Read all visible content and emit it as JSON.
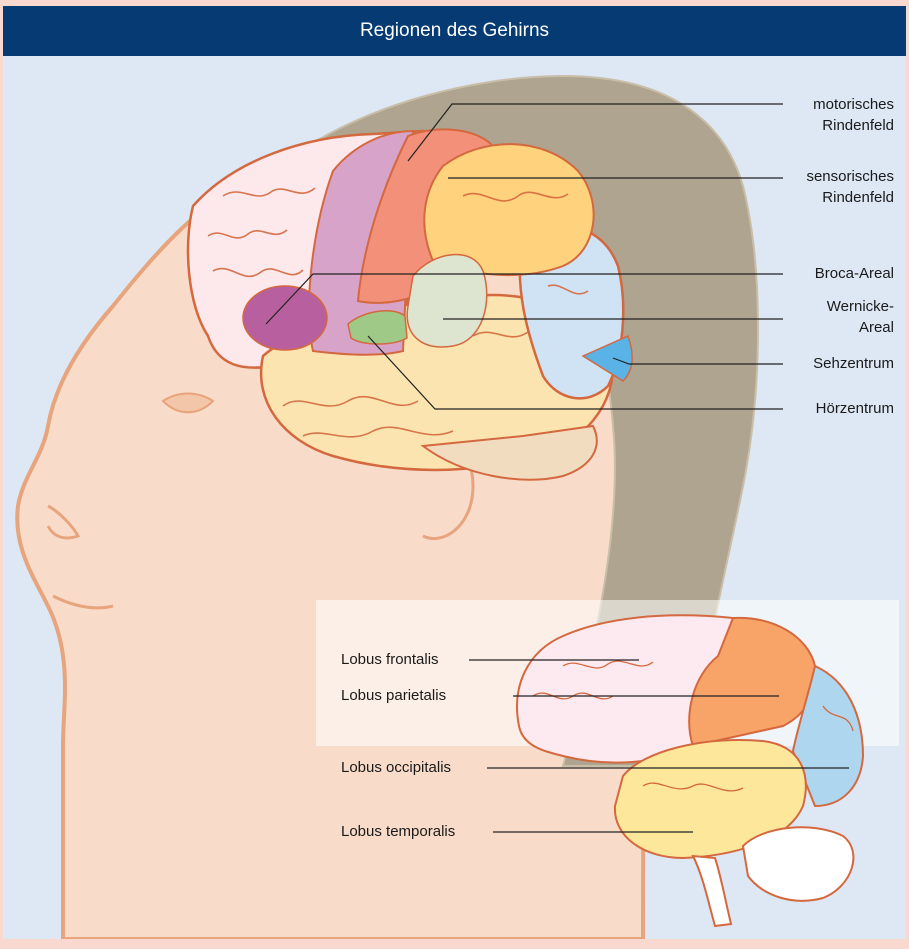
{
  "title": "Regionen des Gehirns",
  "labels": {
    "motor": [
      "motorisches",
      "Rindenfeld"
    ],
    "sensory": [
      "sensorisches",
      "Rindenfeld"
    ],
    "broca": "Broca-Areal",
    "wernicke": [
      "Wernicke-",
      "Areal"
    ],
    "visual": "Sehzentrum",
    "auditory": "Hörzentrum"
  },
  "lobes": {
    "frontal": "Lobus frontalis",
    "parietal": "Lobus parietalis",
    "occipital": "Lobus occipitalis",
    "temporal": "Lobus temporalis"
  },
  "colors": {
    "header": "#053a72",
    "background": "#dde8f4",
    "border": "#f9d9cf",
    "skin": "#f8dcc9",
    "skin_outline": "#e8a47c",
    "skull": "#aea48f",
    "cortex": "#fde8ec",
    "brain_outline": "#d4683e",
    "motor": "#d8a3c8",
    "sensory": "#f3907a",
    "broca": "#b8609f",
    "wernicke": "#dde5d0",
    "auditory": "#9fc987",
    "parietal_big": "#ffd27e",
    "occipital_big": "#cfe3f4",
    "visual": "#5ab3e6",
    "temporal_big": "#fbe4b0",
    "frontal_small": "#fdeaf0",
    "parietal_small": "#f8a468",
    "occipital_small": "#aed6ef",
    "temporal_small": "#fde79a"
  }
}
